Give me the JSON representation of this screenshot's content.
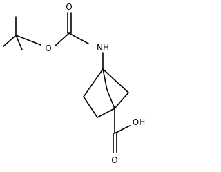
{
  "molecule": {
    "atom_labels": {
      "carbonyl_o": "O",
      "ether_o": "O",
      "amine_n": "NH",
      "acid_oh": "OH",
      "acid_o": "O"
    }
  },
  "colors": {
    "bond": "#000000",
    "label": "#000000",
    "background": "#ffffff"
  }
}
